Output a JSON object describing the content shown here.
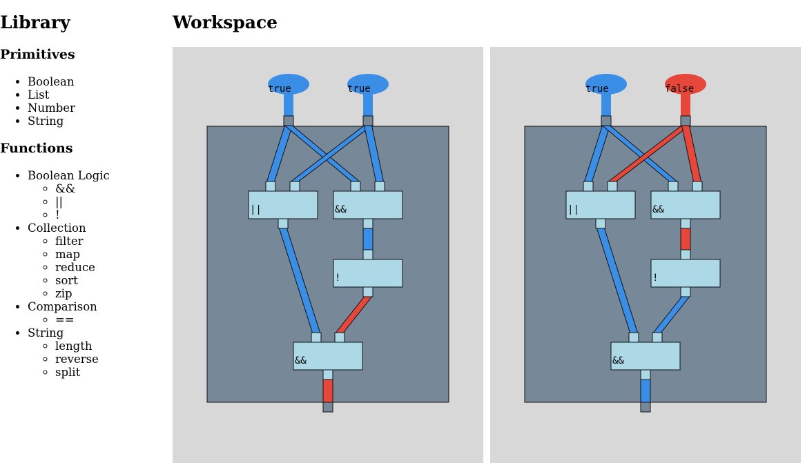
{
  "library": {
    "title": "Library",
    "primitives_heading": "Primitives",
    "primitives": [
      "Boolean",
      "List",
      "Number",
      "String"
    ],
    "functions_heading": "Functions",
    "function_groups": [
      {
        "label": "Boolean Logic",
        "items": [
          "&&",
          "||",
          "!"
        ]
      },
      {
        "label": "Collection",
        "items": [
          "filter",
          "map",
          "reduce",
          "sort",
          "zip"
        ]
      },
      {
        "label": "Comparison",
        "items": [
          "=="
        ]
      },
      {
        "label": "String",
        "items": [
          "length",
          "reverse",
          "split"
        ]
      }
    ]
  },
  "workspace": {
    "title": "Workspace",
    "colors": {
      "true": "#3a8ee6",
      "false": "#e5483a",
      "panel_bg": "#d8d8d8",
      "container": "#778899",
      "node": "#add8e6",
      "port_unset": "#778899"
    },
    "circuits": [
      {
        "inputs": [
          {
            "label": "true",
            "value": true
          },
          {
            "label": "true",
            "value": true
          }
        ],
        "nodes": {
          "or": "||",
          "and_top": "&&",
          "not": "!",
          "and_bottom": "&&"
        },
        "wires": {
          "in0_or": true,
          "in0_and": true,
          "in1_or": true,
          "in1_and": true,
          "or_out": true,
          "and_out": true,
          "not_out": false,
          "result": false
        }
      },
      {
        "inputs": [
          {
            "label": "true",
            "value": true
          },
          {
            "label": "false",
            "value": false
          }
        ],
        "nodes": {
          "or": "||",
          "and_top": "&&",
          "not": "!",
          "and_bottom": "&&"
        },
        "wires": {
          "in0_or": true,
          "in0_and": true,
          "in1_or": false,
          "in1_and": false,
          "or_out": true,
          "and_out": false,
          "not_out": true,
          "result": true
        }
      }
    ]
  }
}
